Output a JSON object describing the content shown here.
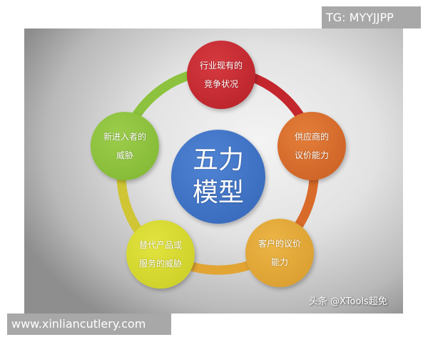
{
  "overlay": {
    "tg_badge": "TG: MYYJJPP",
    "site_banner": "www.xinliancutlery.com",
    "watermark": "头条 @XTools超免"
  },
  "diagram": {
    "title_lines": [
      "五力",
      "模型"
    ],
    "center_color": "#3f74c9",
    "nodes": [
      {
        "id": "rivalry",
        "lines": [
          "行业现有的",
          "竞争状况"
        ],
        "color": "#c4262d"
      },
      {
        "id": "suppliers",
        "lines": [
          "供应商的",
          "议价能力"
        ],
        "color": "#d86a2a"
      },
      {
        "id": "buyers",
        "lines": [
          "客户的议价",
          "能力"
        ],
        "color": "#e2a533"
      },
      {
        "id": "substitutes",
        "lines": [
          "替代产品或",
          "服务的威胁"
        ],
        "color": "#d6d92e"
      },
      {
        "id": "new-entrants",
        "lines": [
          "新进入者的",
          "威胁"
        ],
        "color": "#8cc23d"
      }
    ],
    "connectors": [
      {
        "from": "new-entrants",
        "to": "rivalry",
        "color": "#8cc23d"
      },
      {
        "from": "rivalry",
        "to": "suppliers",
        "color": "#c4262d"
      },
      {
        "from": "suppliers",
        "to": "buyers",
        "color": "#d86a2a"
      },
      {
        "from": "buyers",
        "to": "substitutes",
        "color": "#e2a533"
      },
      {
        "from": "substitutes",
        "to": "new-entrants",
        "color": "#cfc535"
      }
    ]
  }
}
